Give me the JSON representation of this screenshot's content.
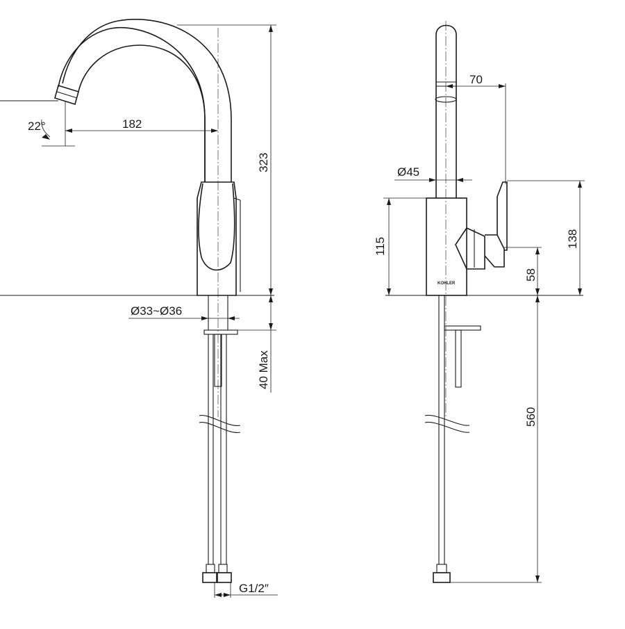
{
  "colors": {
    "line": "#1a1a1a",
    "background": "#ffffff"
  },
  "views": {
    "front": {
      "dimensions": {
        "spout_angle": "22°",
        "spout_reach": "182",
        "total_height": "323",
        "hole_diameter": "Ø33~Ø36",
        "deck_thickness": "40 Max",
        "connection_thread": "G1/2″"
      }
    },
    "side": {
      "dimensions": {
        "lever_offset": "70",
        "spout_diameter": "Ø45",
        "body_height": "115",
        "lever_height": "138",
        "outlet_height": "58",
        "hose_length": "560"
      },
      "brand_mark": "KOHLER"
    }
  }
}
